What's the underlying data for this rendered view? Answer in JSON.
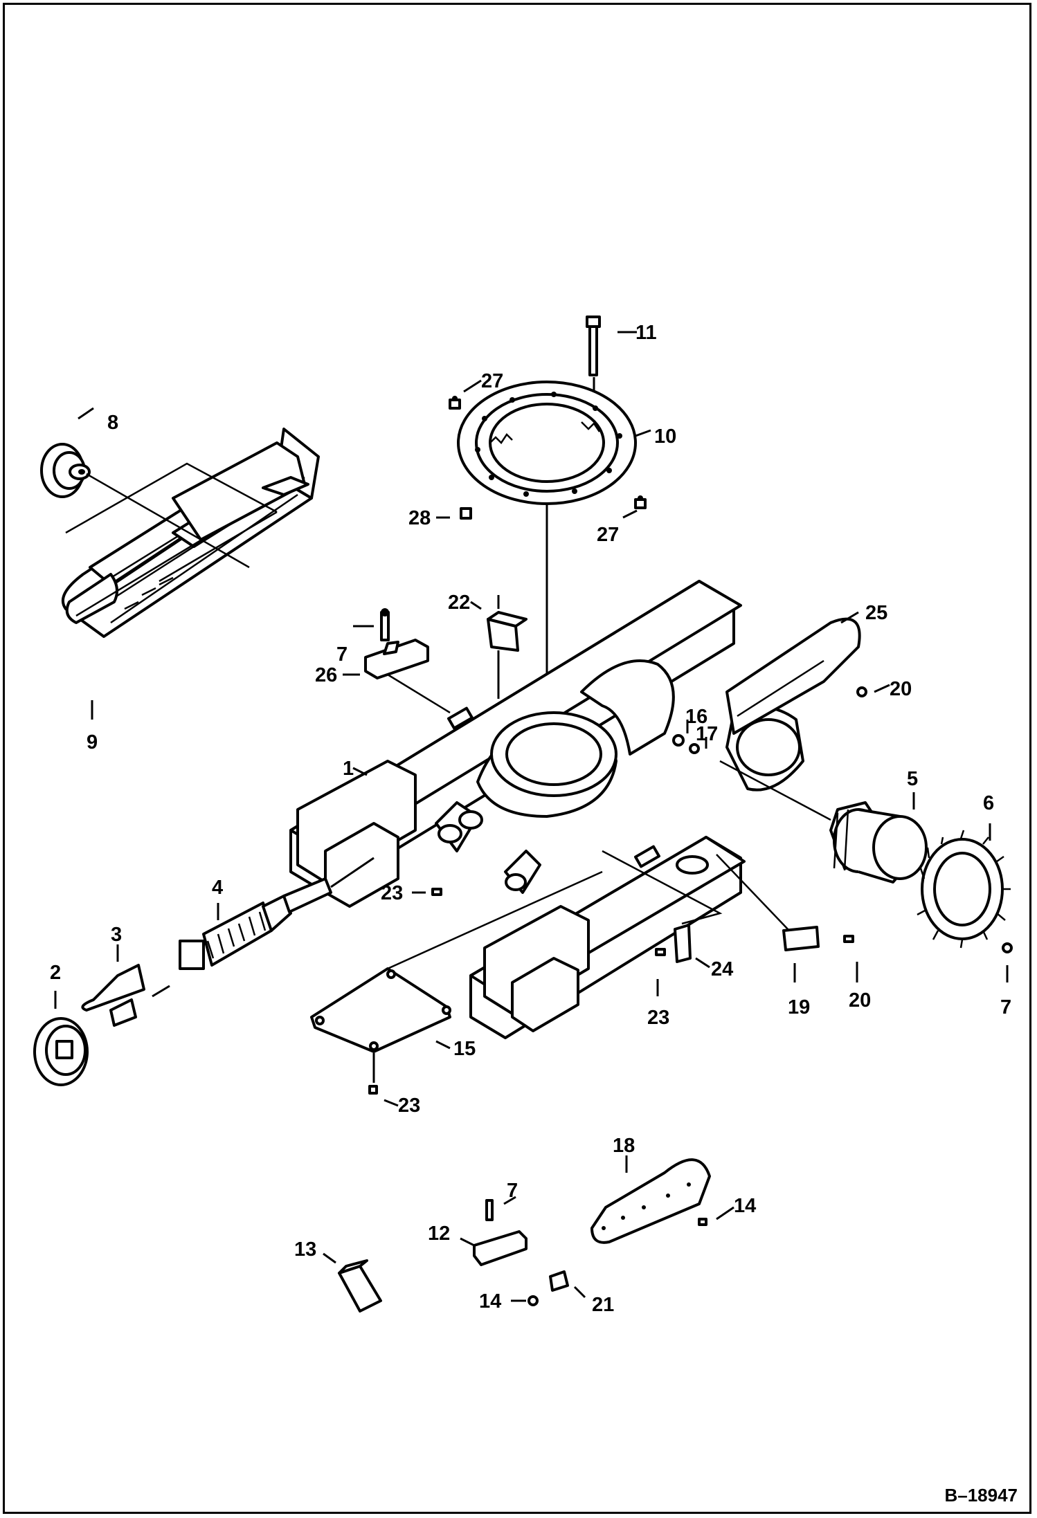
{
  "drawing_code": "B–18947",
  "callouts": [
    {
      "id": "c1",
      "label": "1"
    },
    {
      "id": "c2",
      "label": "2"
    },
    {
      "id": "c3",
      "label": "3"
    },
    {
      "id": "c4",
      "label": "4"
    },
    {
      "id": "c5",
      "label": "5"
    },
    {
      "id": "c6",
      "label": "6"
    },
    {
      "id": "c7a",
      "label": "7"
    },
    {
      "id": "c7b",
      "label": "7"
    },
    {
      "id": "c7c",
      "label": "7"
    },
    {
      "id": "c8",
      "label": "8"
    },
    {
      "id": "c9",
      "label": "9"
    },
    {
      "id": "c10",
      "label": "10"
    },
    {
      "id": "c11",
      "label": "11"
    },
    {
      "id": "c12",
      "label": "12"
    },
    {
      "id": "c13",
      "label": "13"
    },
    {
      "id": "c14a",
      "label": "14"
    },
    {
      "id": "c14b",
      "label": "14"
    },
    {
      "id": "c15",
      "label": "15"
    },
    {
      "id": "c16",
      "label": "16"
    },
    {
      "id": "c17",
      "label": "17"
    },
    {
      "id": "c18",
      "label": "18"
    },
    {
      "id": "c19",
      "label": "19"
    },
    {
      "id": "c20a",
      "label": "20"
    },
    {
      "id": "c20b",
      "label": "20"
    },
    {
      "id": "c21",
      "label": "21"
    },
    {
      "id": "c22",
      "label": "22"
    },
    {
      "id": "c23a",
      "label": "23"
    },
    {
      "id": "c23b",
      "label": "23"
    },
    {
      "id": "c23c",
      "label": "23"
    },
    {
      "id": "c24",
      "label": "24"
    },
    {
      "id": "c25",
      "label": "25"
    },
    {
      "id": "c26",
      "label": "26"
    },
    {
      "id": "c27a",
      "label": "27"
    },
    {
      "id": "c27b",
      "label": "27"
    },
    {
      "id": "c28",
      "label": "28"
    }
  ]
}
